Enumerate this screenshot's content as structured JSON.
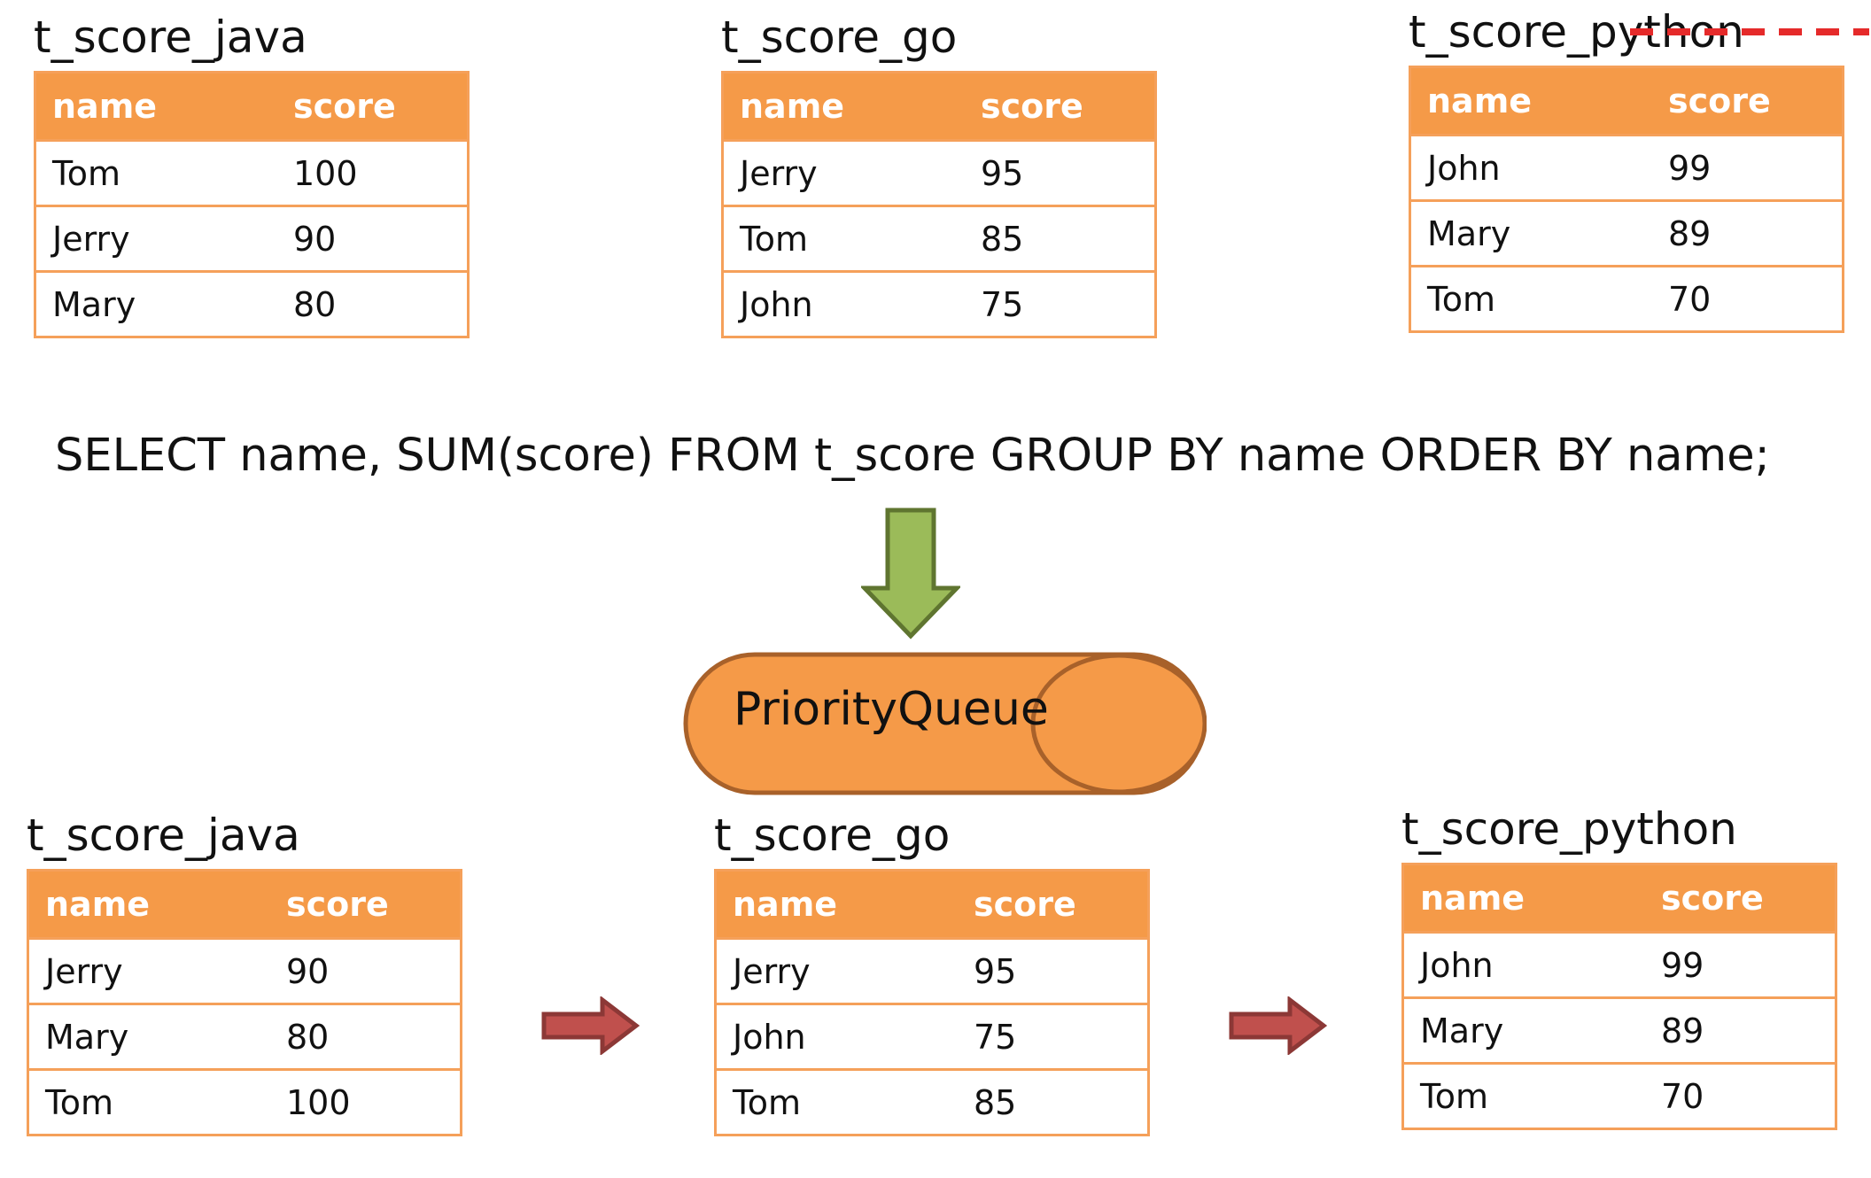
{
  "query": "SELECT name, SUM(score) FROM t_score GROUP BY name ORDER BY name;",
  "priority_queue_label": "PriorityQueue",
  "columns": [
    "name",
    "score"
  ],
  "colors": {
    "header_fill": "#f59a48",
    "table_border": "#f5a05a",
    "queue_fill": "#f59a48",
    "queue_stroke": "#a8612a",
    "down_arrow_fill": "#9bbb59",
    "down_arrow_stroke": "#5f7530",
    "right_arrow_fill": "#c0504d",
    "right_arrow_stroke": "#8c3836"
  },
  "icons": [
    "down-arrow-icon",
    "right-arrow-icon"
  ],
  "top_tables": [
    {
      "title": "t_score_java",
      "rows": [
        [
          "Tom",
          "100"
        ],
        [
          "Jerry",
          "90"
        ],
        [
          "Mary",
          "80"
        ]
      ]
    },
    {
      "title": "t_score_go",
      "rows": [
        [
          "Jerry",
          "95"
        ],
        [
          "Tom",
          "85"
        ],
        [
          "John",
          "75"
        ]
      ]
    },
    {
      "title": "t_score_python",
      "rows": [
        [
          "John",
          "99"
        ],
        [
          "Mary",
          "89"
        ],
        [
          "Tom",
          "70"
        ]
      ]
    }
  ],
  "bottom_tables": [
    {
      "title": "t_score_java",
      "rows": [
        [
          "Jerry",
          "90"
        ],
        [
          "Mary",
          "80"
        ],
        [
          "Tom",
          "100"
        ]
      ]
    },
    {
      "title": "t_score_go",
      "rows": [
        [
          "Jerry",
          "95"
        ],
        [
          "John",
          "75"
        ],
        [
          "Tom",
          "85"
        ]
      ]
    },
    {
      "title": "t_score_python",
      "rows": [
        [
          "John",
          "99"
        ],
        [
          "Mary",
          "89"
        ],
        [
          "Tom",
          "70"
        ]
      ]
    }
  ]
}
